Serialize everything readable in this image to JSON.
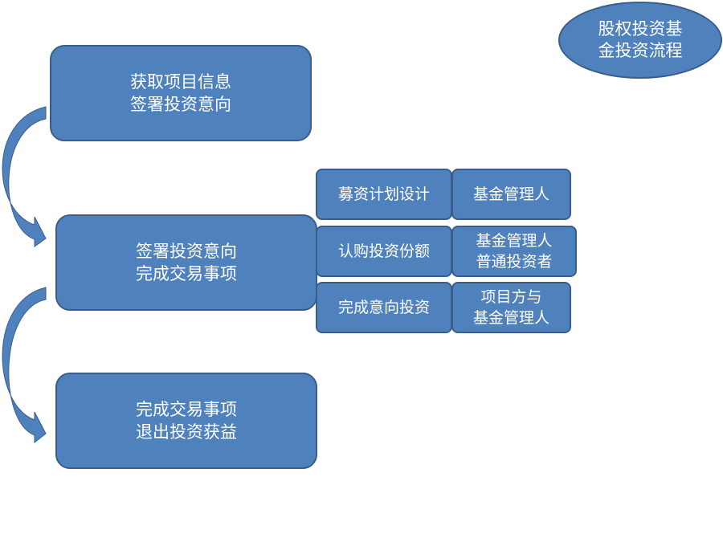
{
  "title": {
    "line1": "股权投资基",
    "line2": "金投资流程"
  },
  "steps": [
    {
      "line1": "获取项目信息",
      "line2": "签署投资意向"
    },
    {
      "line1": "签署投资意向",
      "line2": "完成交易事项"
    },
    {
      "line1": "完成交易事项",
      "line2": "退出投资获益"
    }
  ],
  "details": [
    {
      "task": "募资计划设计",
      "party": [
        "基金管理人"
      ]
    },
    {
      "task": "认购投资份额",
      "party": [
        "基金管理人",
        "普通投资者"
      ]
    },
    {
      "task": "完成意向投资",
      "party": [
        "项目方与",
        "基金管理人"
      ]
    }
  ],
  "colors": {
    "fill": "#4f81bd",
    "stroke": "#385d8a",
    "text": "#ffffff"
  }
}
